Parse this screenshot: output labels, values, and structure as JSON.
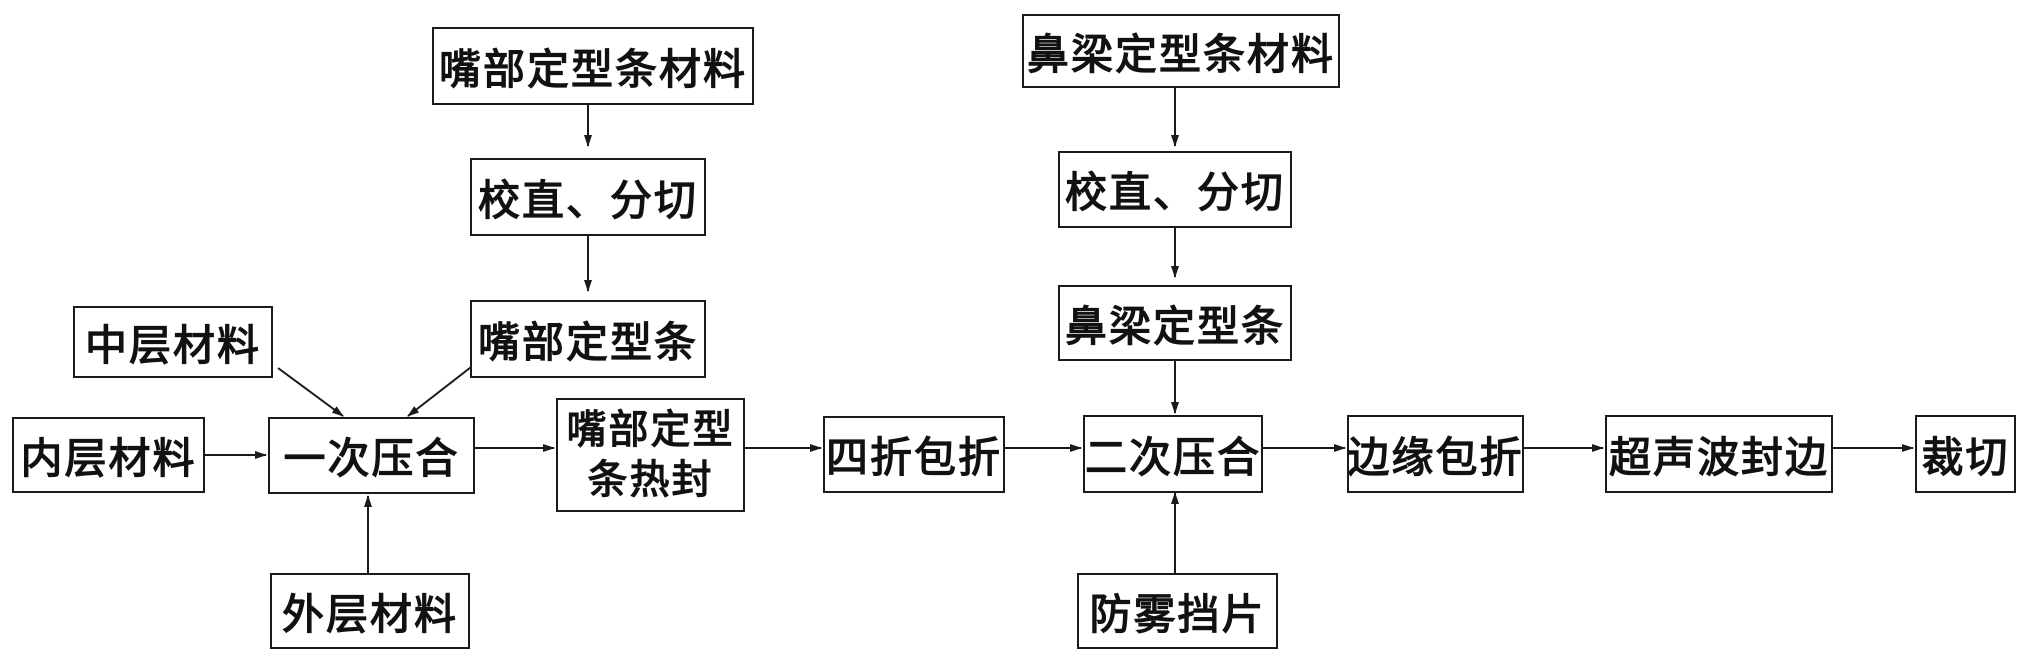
{
  "diagram": {
    "colors": {
      "stroke": "#1a1a1a",
      "text": "#111111",
      "background": "#ffffff"
    },
    "nodes": {
      "mouth_strip_material": "嘴部定型条材料",
      "mouth_straighten_cut": "校直、分切",
      "mouth_strip": "嘴部定型条",
      "middle_layer_material": "中层材料",
      "inner_layer_material": "内层材料",
      "first_press": "一次压合",
      "outer_layer_material": "外层材料",
      "mouth_heat_seal": {
        "line1": "嘴部定型",
        "line2": "条热封"
      },
      "four_fold": "四折包折",
      "nose_strip_material": "鼻梁定型条材料",
      "nose_straighten_cut": "校直、分切",
      "nose_strip": "鼻梁定型条",
      "second_press": "二次压合",
      "antifog_sheet": "防雾挡片",
      "edge_fold": "边缘包折",
      "ultrasonic_seal": "超声波封边",
      "cutting": "裁切"
    }
  }
}
